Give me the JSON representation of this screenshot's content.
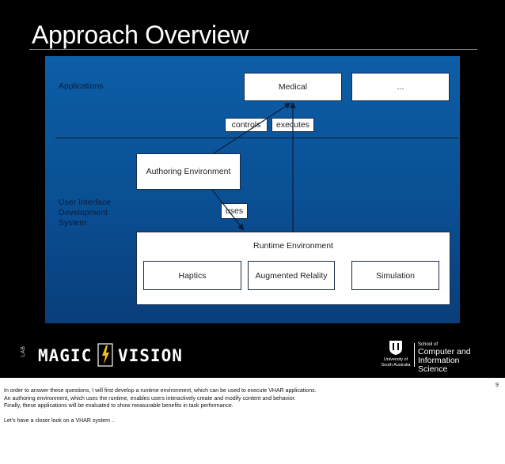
{
  "slide": {
    "title": "Approach Overview",
    "page_number": "9"
  },
  "diagram": {
    "applications_label": "Applications",
    "uids_label_lines": [
      "User Interface",
      "Development",
      "System"
    ],
    "boxes": {
      "medical": "Medical",
      "ellipsis": "...",
      "authoring": "Authoring Environment",
      "runtime": "Runtime Environment",
      "haptics": "Haptics",
      "augmented": "Augmented Relality",
      "simulation": "Simulation"
    },
    "edges": {
      "controls": "controls",
      "executes": "executes",
      "uses": "uses"
    }
  },
  "logos": {
    "lab_letters": "LAB",
    "magic": "MAGIC",
    "vision": "VISION",
    "university_line1": "University of",
    "university_line2": "South Australia",
    "school_small": "School of",
    "school_line1": "Computer and",
    "school_line2": "Information Science"
  },
  "notes": {
    "lines": [
      "In order to answer these questions, I will first develop a runtime environment, which can be used to execute VHAR applications.",
      "An authoring environment, which uses the runtime, enables users interactively create and modify content and behavior.",
      "Finally, these applications will be evaluated to show measurable benefits in task performance."
    ],
    "closing": "Let's have a closer look on a VHAR system .."
  },
  "colors": {
    "panel_top": "#0c5ea6",
    "panel_bottom": "#093e7a",
    "slide_background": "#000000"
  }
}
